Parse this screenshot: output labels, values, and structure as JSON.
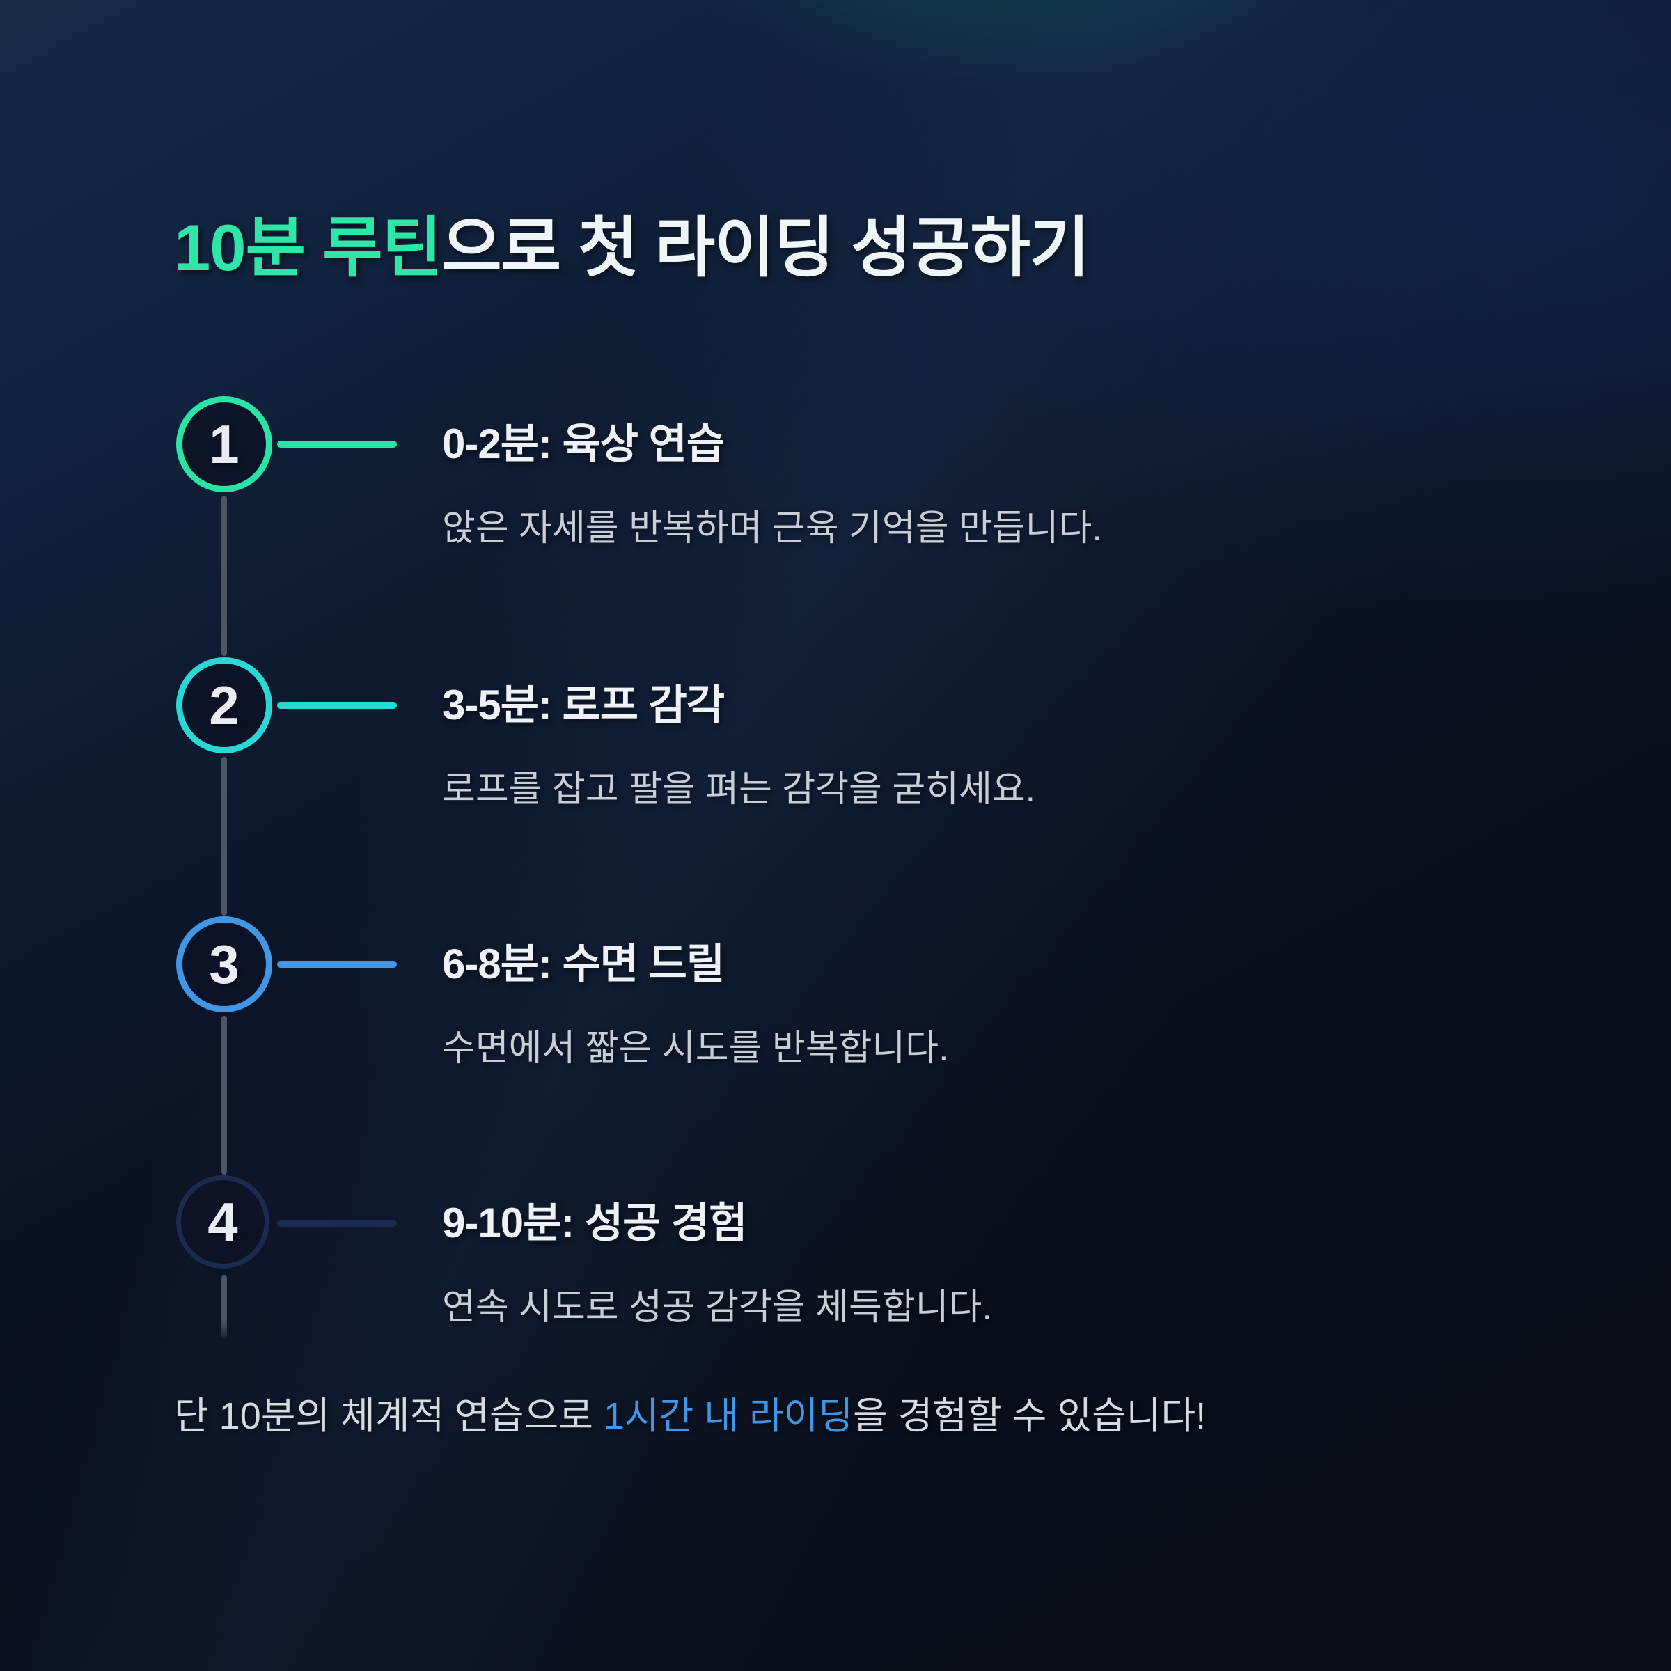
{
  "title": {
    "highlight": "10분 루틴",
    "rest": "으로 첫 라이딩 성공하기",
    "highlight_color": "#2ee6a7"
  },
  "steps": [
    {
      "number": "1",
      "heading": "0-2분: 육상 연습",
      "description": "앉은 자세를 반복하며 근육 기억을 만듭니다.",
      "accent_color": "#2ae4a4"
    },
    {
      "number": "2",
      "heading": "3-5분: 로프 감각",
      "description": "로프를 잡고 팔을 펴는 감각을 굳히세요.",
      "accent_color": "#2bd7d3"
    },
    {
      "number": "3",
      "heading": "6-8분: 수면 드릴",
      "description": "수면에서 짧은 시도를 반복합니다.",
      "accent_color": "#4197e6"
    },
    {
      "number": "4",
      "heading": "9-10분: 성공 경험",
      "description": "연속 시도로 성공 감각을 체득합니다.",
      "accent_color": "#1c2b50"
    }
  ],
  "footer": {
    "prefix": "단 10분의 체계적 연습으로 ",
    "highlight": "1시간 내 라이딩",
    "suffix": "을 경험할 수 있습니다!",
    "highlight_color": "#4197e6"
  },
  "colors": {
    "background_base": "#0a0e1b",
    "background_teal_glow": "#0e4a4a",
    "background_navy_glow": "#132d55",
    "timeline_line": "#4d5565",
    "title_text": "#eff6f7",
    "heading_text": "#eef2f6",
    "description_text": "#c7ced8",
    "number_text": "#e9edf3"
  }
}
